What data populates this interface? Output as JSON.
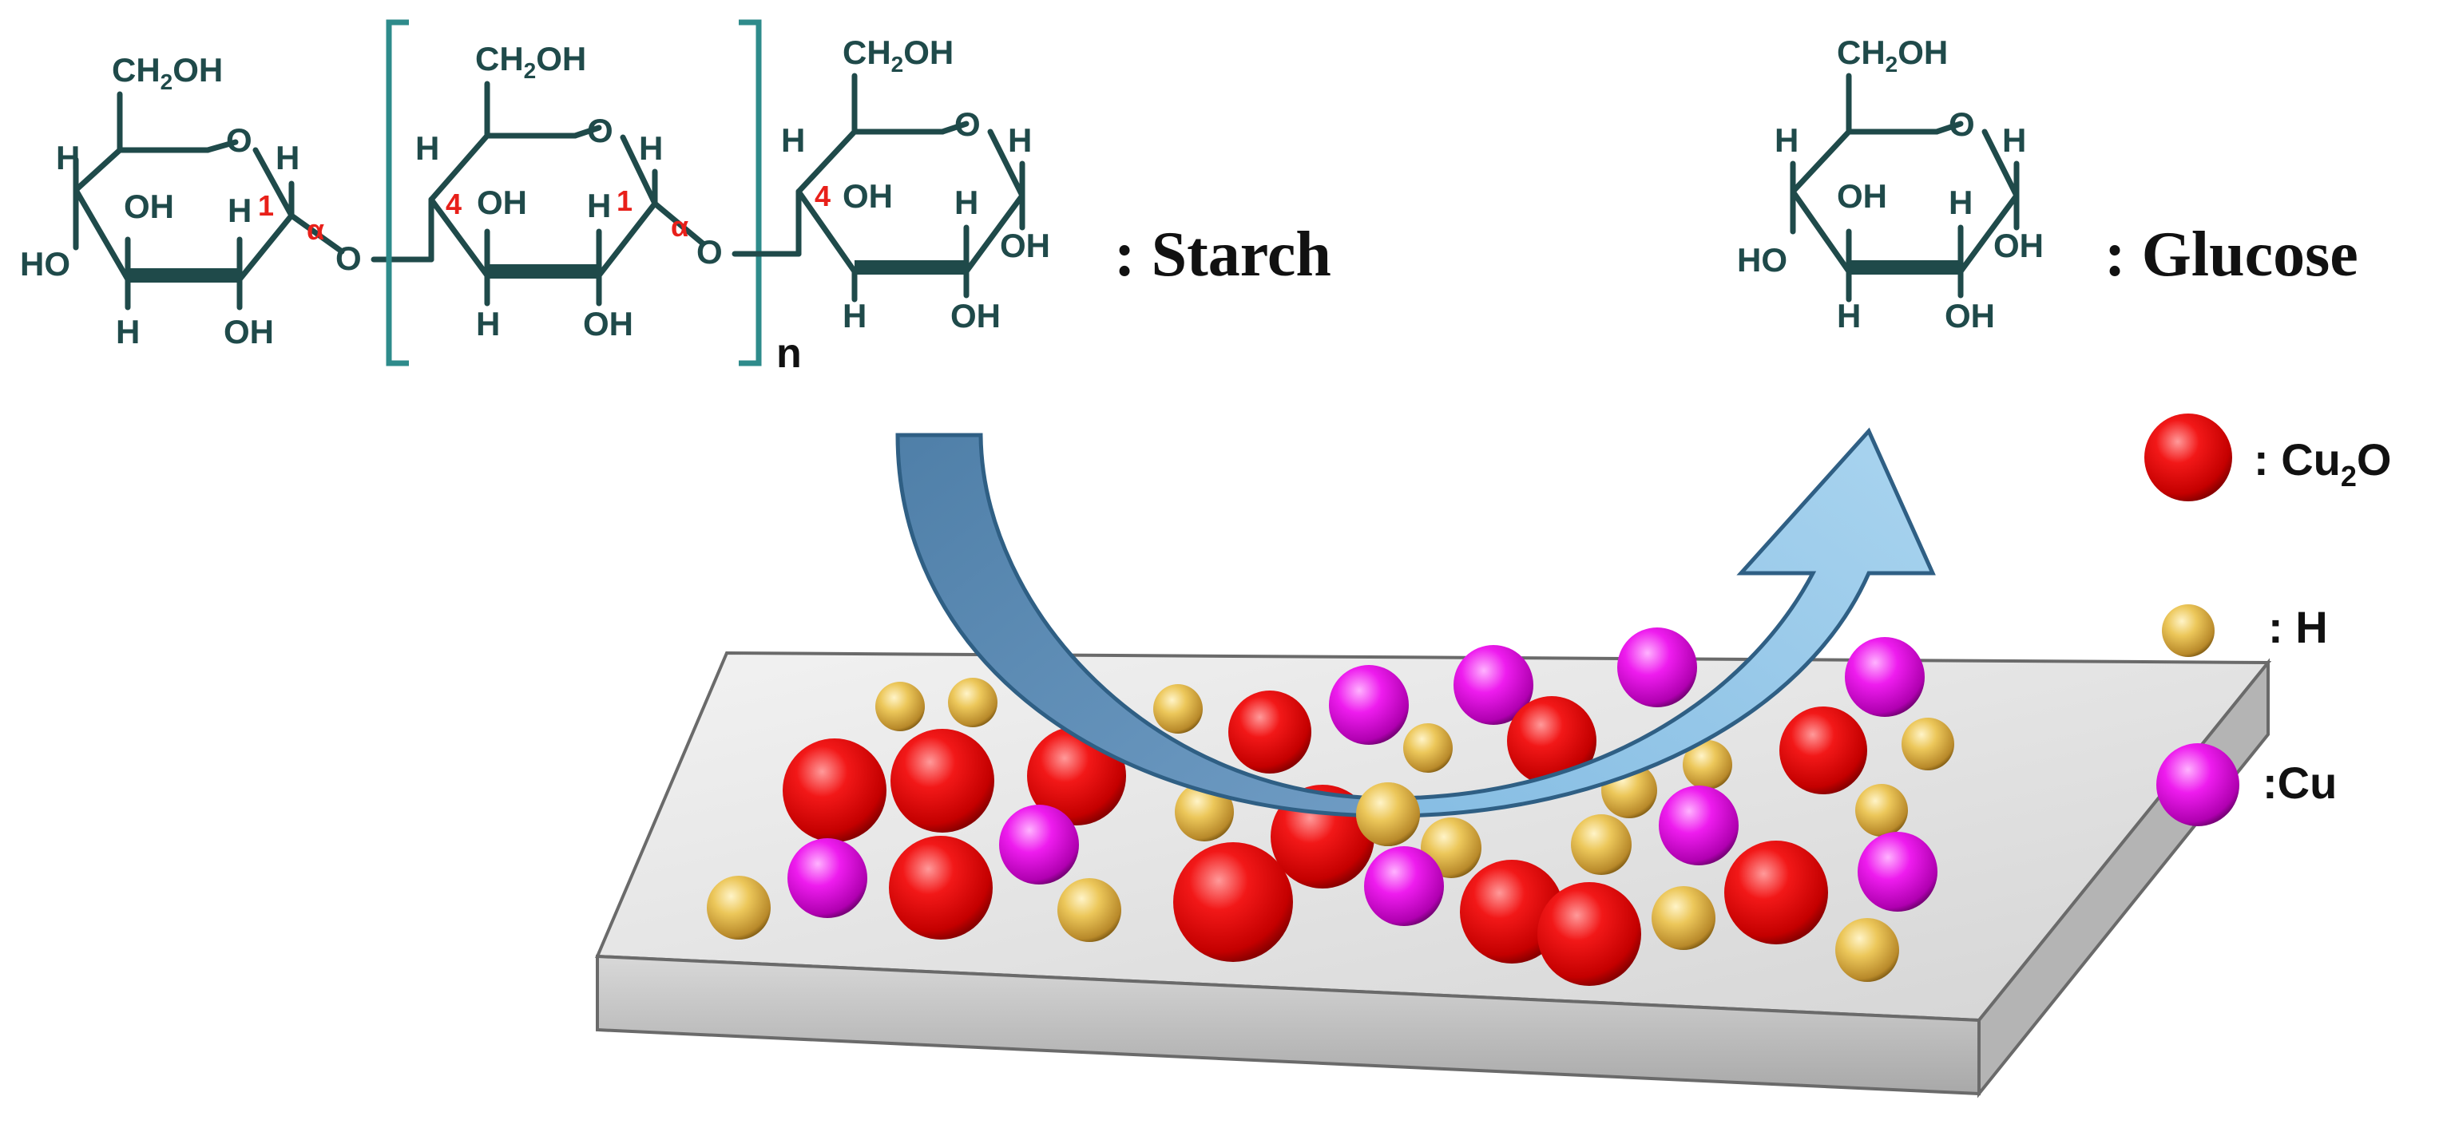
{
  "structure": {
    "ch2oh": "CH",
    "ch2oh_sub": "2",
    "ch2oh_tail": "OH",
    "ring_o": "O",
    "h": "H",
    "oh": "OH",
    "ho": "HO",
    "bridge_o": "O",
    "alpha": "α",
    "pos1": "1",
    "pos4": "4",
    "repeat": "n"
  },
  "labels": {
    "starch": ": Starch",
    "glucose": ": Glucose"
  },
  "legend": [
    {
      "label": ": Cu",
      "sub": "2",
      "tail": "O",
      "kind": "cu2o",
      "color": "#e60000"
    },
    {
      "label": ": H",
      "sub": "",
      "tail": "",
      "kind": "h",
      "color": "#e8c04a"
    },
    {
      "label": ":Cu",
      "sub": "",
      "tail": "",
      "kind": "cu",
      "color": "#e600e6"
    }
  ],
  "colors": {
    "cu2o": "#e60000",
    "h": "#e8c04a",
    "cu": "#e600e6",
    "arrow_down": "#5e8fb8",
    "arrow_up": "#9ccbe9",
    "slab_top": "#e2e2e2",
    "slab_front": "#c9c9c9",
    "bond": "#1f4a4a",
    "bracket": "#2e8b8b"
  }
}
